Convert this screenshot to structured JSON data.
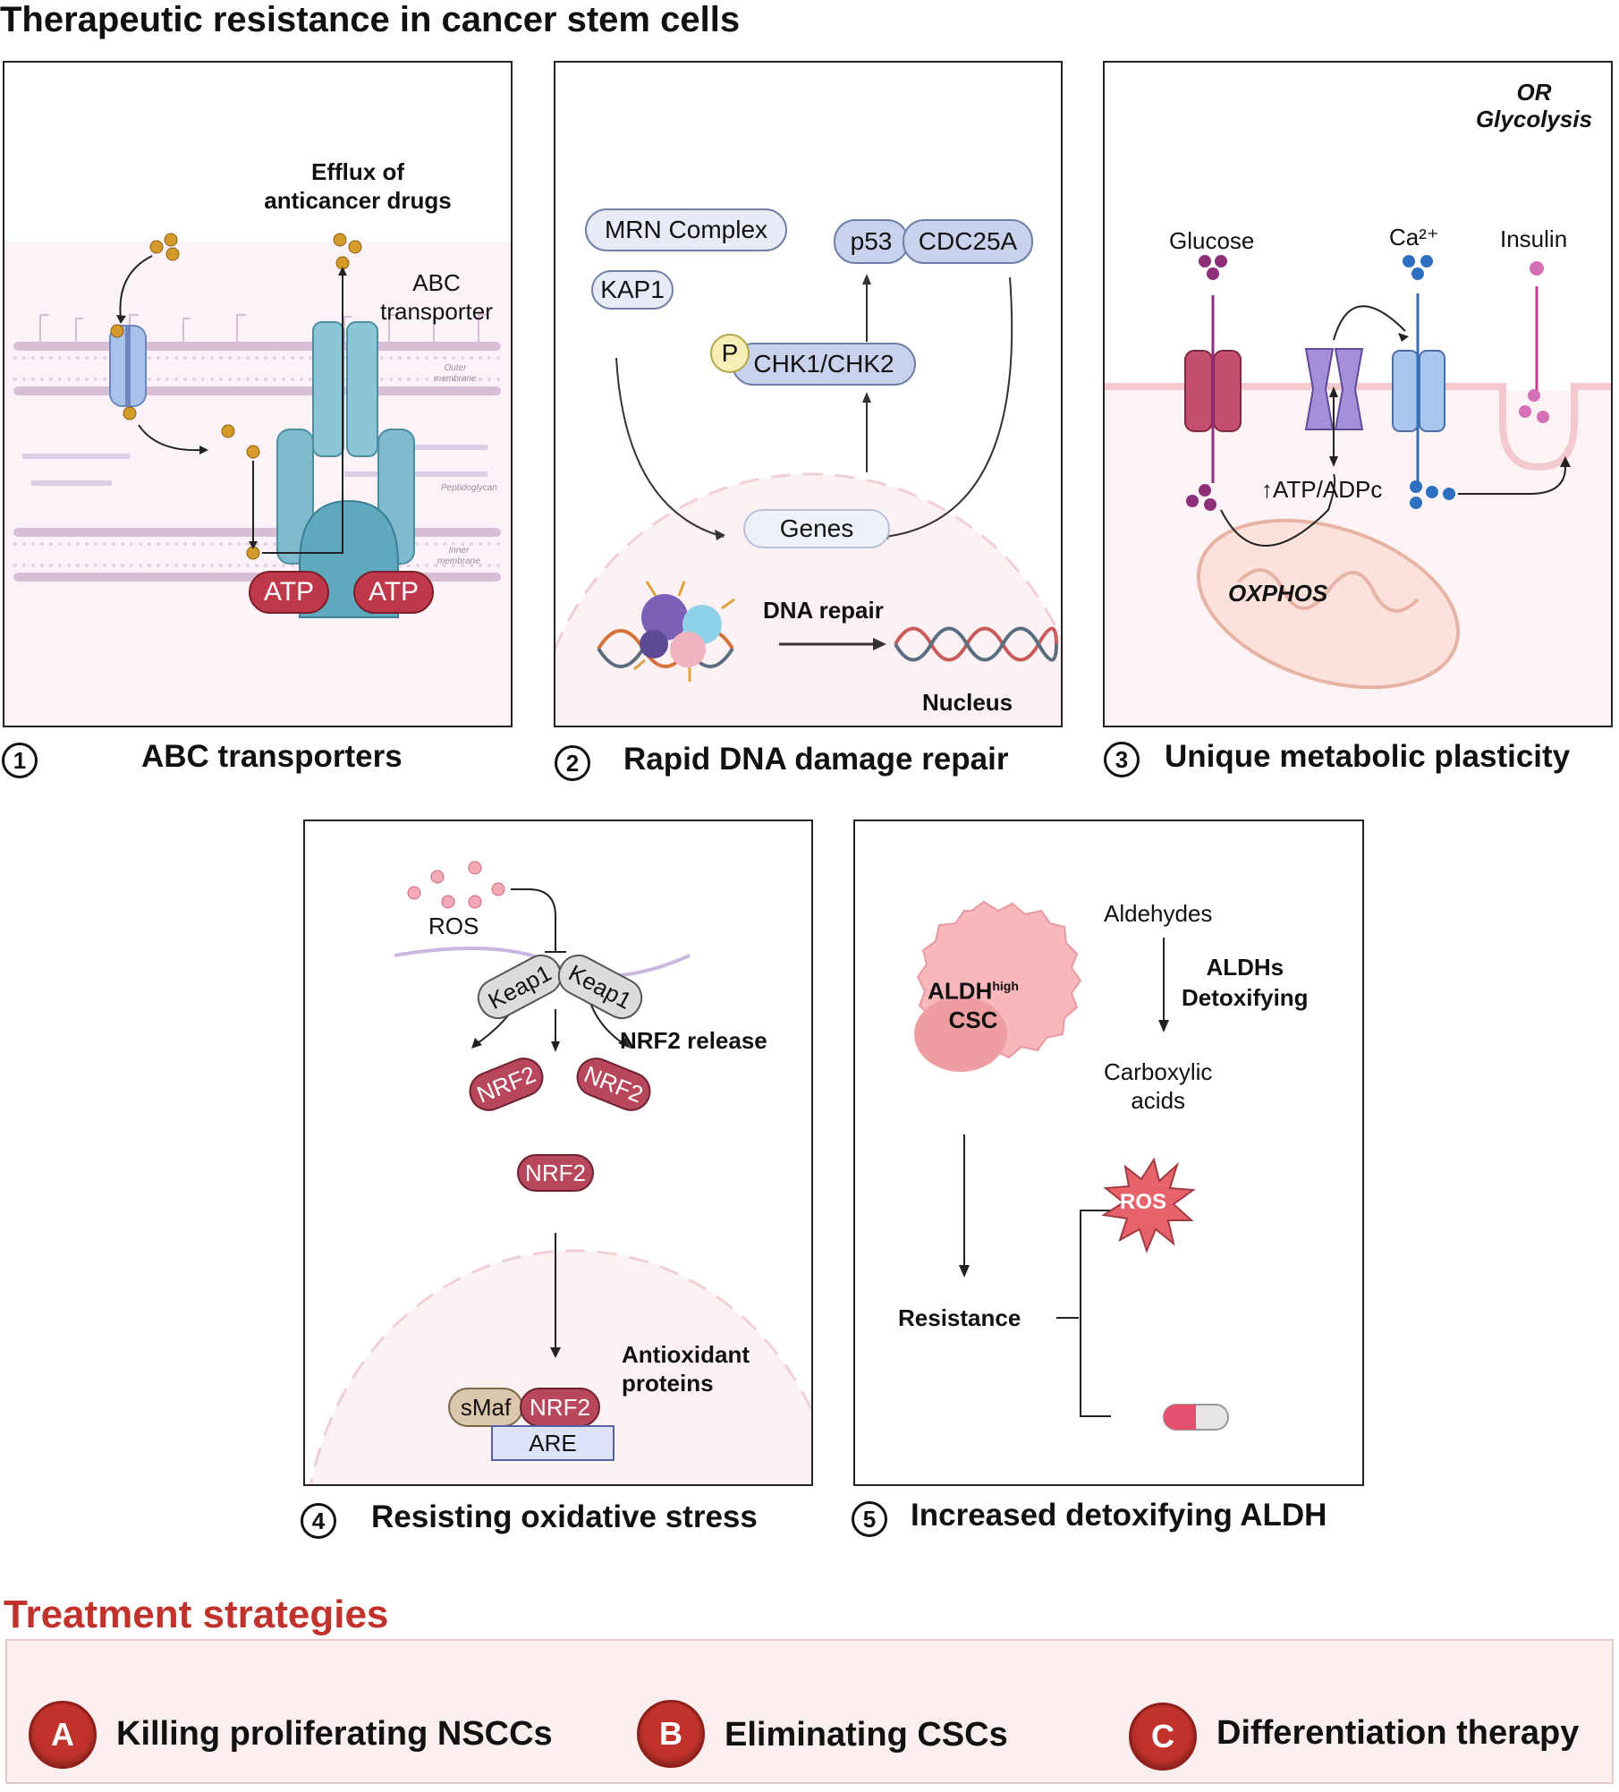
{
  "title": "Therapeutic resistance in cancer stem cells",
  "panels": {
    "p1": {
      "number": "1",
      "caption": "ABC transporters",
      "efflux_label": "Efflux of\nanticancer drugs",
      "transporter_label": "ABC\ntransporter",
      "outer_membrane": "Outer\nmembrane",
      "peptidoglycan": "Peptidoglycan",
      "inner_membrane": "Inner\nmembrane",
      "atp_1": "ATP",
      "atp_2": "ATP"
    },
    "p2": {
      "number": "2",
      "caption": "Rapid DNA damage repair",
      "mrn": "MRN Complex",
      "kap1": "KAP1",
      "p53": "p53",
      "cdc25a": "CDC25A",
      "phospho": "P",
      "chk": "CHK1/CHK2",
      "genes": "Genes",
      "dna_repair": "DNA repair",
      "nucleus": "Nucleus"
    },
    "p3": {
      "number": "3",
      "caption": "Unique metabolic plasticity",
      "or_label": "OR\nGlycolysis",
      "glucose": "Glucose",
      "calcium": "Ca²⁺",
      "insulin": "Insulin",
      "atp_adp": "↑ATP/ADPc",
      "oxphos": "OXPHOS"
    },
    "p4": {
      "number": "4",
      "caption": "Resisting oxidative stress",
      "ros": "ROS",
      "keap1_a": "Keap1",
      "keap1_b": "Keap1",
      "nrf2_release": "NRF2 release",
      "nrf2_a": "NRF2",
      "nrf2_b": "NRF2",
      "nrf2_c": "NRF2",
      "smaf": "sMaf",
      "nrf2_d": "NRF2",
      "are": "ARE",
      "antioxidant": "Antioxidant\nproteins"
    },
    "p5": {
      "number": "5",
      "caption": "Increased detoxifying ALDH",
      "aldh_csc": "ALDHhigh\nCSC",
      "aldehydes": "Aldehydes",
      "aldhs": "ALDHs\nDetoxifying",
      "carboxylic": "Carboxylic\nacids",
      "ros": "ROS",
      "resistance": "Resistance"
    }
  },
  "treatment": {
    "title": "Treatment strategies",
    "items": [
      {
        "badge": "A",
        "label": "Killing proliferating NSCCs"
      },
      {
        "badge": "B",
        "label": "Eliminating CSCs"
      },
      {
        "badge": "C",
        "label": "Differentiation therapy"
      }
    ]
  },
  "colors": {
    "accent_red": "#c0322b",
    "atp_red": "#c0394a",
    "nrf2": "#b9475c",
    "protein_blue": "#c9d2ec",
    "transporter_teal": "#6fb3c7",
    "glucose_purple": "#8e2f7a",
    "calcium_blue": "#2f6fc0"
  }
}
